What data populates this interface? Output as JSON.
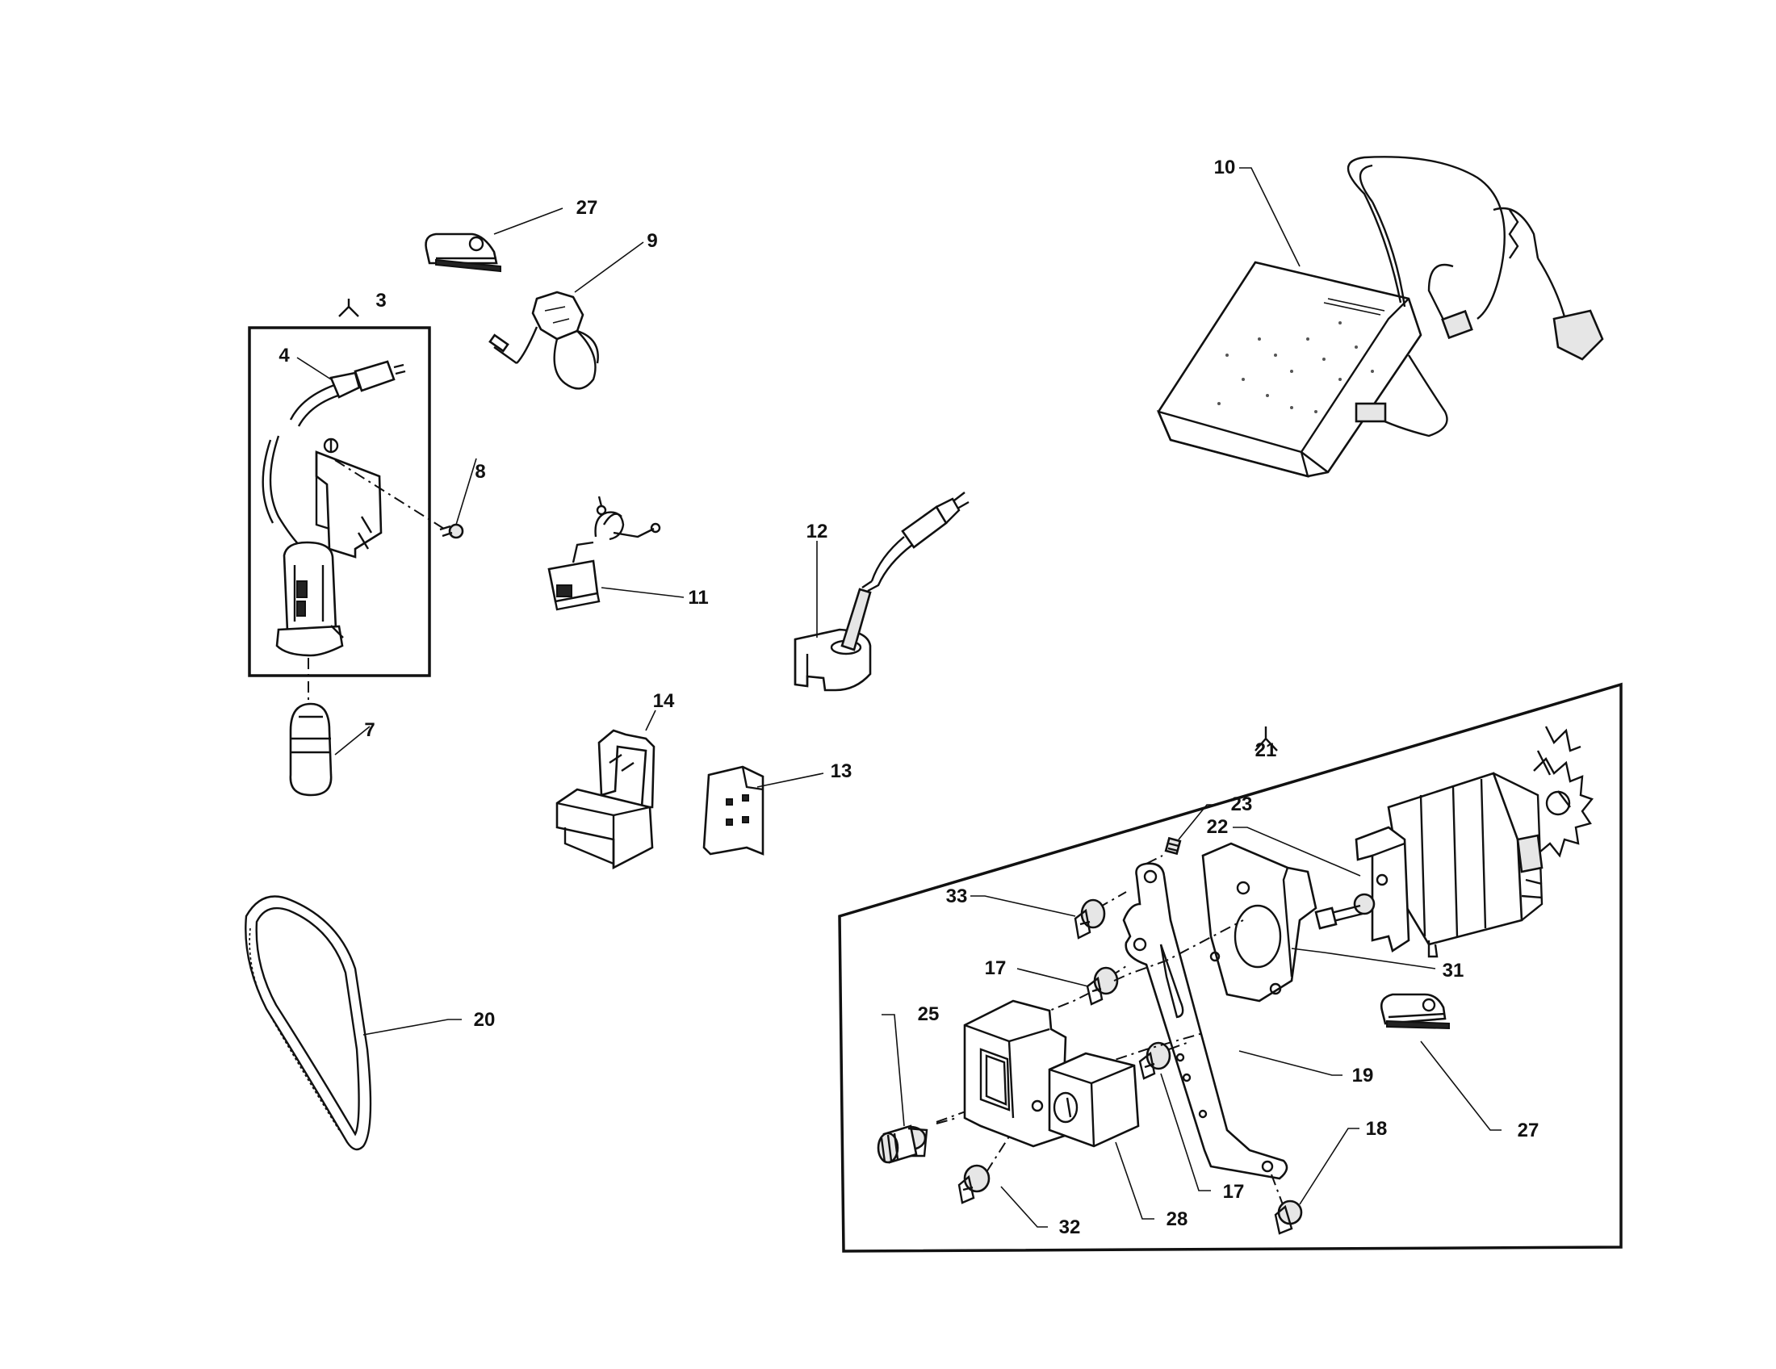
{
  "labels": {
    "l27a": "27",
    "l9": "9",
    "l10": "10",
    "l3": "3",
    "l4": "4",
    "l8": "8",
    "l11": "11",
    "l12": "12",
    "l7": "7",
    "l14": "14",
    "l13": "13",
    "l21": "21",
    "l23": "23",
    "l22": "22",
    "l33": "33",
    "l17a": "17",
    "l31": "31",
    "l25": "25",
    "l20": "20",
    "l19": "19",
    "l27b": "27",
    "l17b": "17",
    "l18": "18",
    "l32": "32",
    "l28": "28"
  }
}
